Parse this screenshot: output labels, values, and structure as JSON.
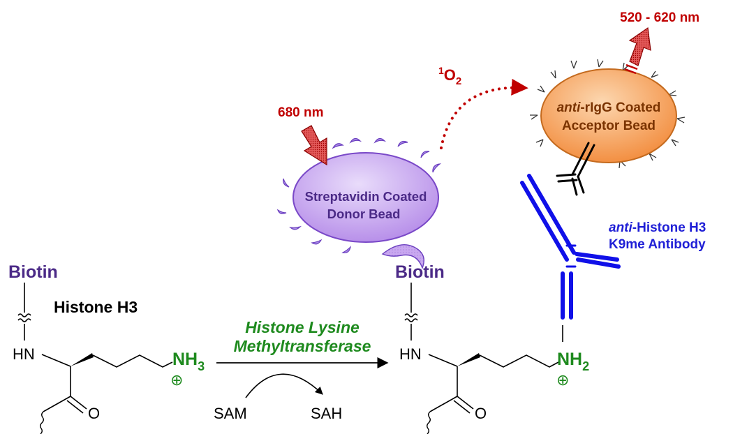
{
  "colors": {
    "purple_text": "#4b2a87",
    "green_text": "#1e8a1e",
    "red_text": "#c00000",
    "blue_text": "#1f1fd6",
    "orange_text": "#7a3300",
    "donor_fill": "#c9a8f0",
    "acceptor_fill": "#f6a35a",
    "antibody_blue": "#1010e8"
  },
  "left_substrate": {
    "biotin_label": "Biotin",
    "histone_label": "Histone H3",
    "hn_label": "HN",
    "o_label": "O",
    "amine_label": "NH",
    "amine_subscript": "3",
    "charge": "⊕"
  },
  "reaction": {
    "enzyme_line1": "Histone Lysine",
    "enzyme_line2": "Methyltransferase",
    "cofactor_in": "SAM",
    "cofactor_out": "SAH"
  },
  "right_product": {
    "biotin_label": "Biotin",
    "hn_label": "HN",
    "o_label": "O",
    "amine_label": "NH",
    "amine_subscript": "2",
    "charge": "⊕"
  },
  "donor_bead": {
    "line1": "Streptavidin Coated",
    "line2": "Donor Bead",
    "excitation": "680 nm"
  },
  "singlet_oxygen": {
    "superscript": "1",
    "symbol": "O",
    "subscript": "2"
  },
  "acceptor_bead": {
    "line1_italic": "anti",
    "line1_rest": "-rIgG Coated",
    "line2": "Acceptor Bead",
    "emission": "520 - 620 nm"
  },
  "antibody": {
    "line1_italic": "anti",
    "line1_rest": "-Histone H3",
    "line2": "K9me Antibody"
  }
}
